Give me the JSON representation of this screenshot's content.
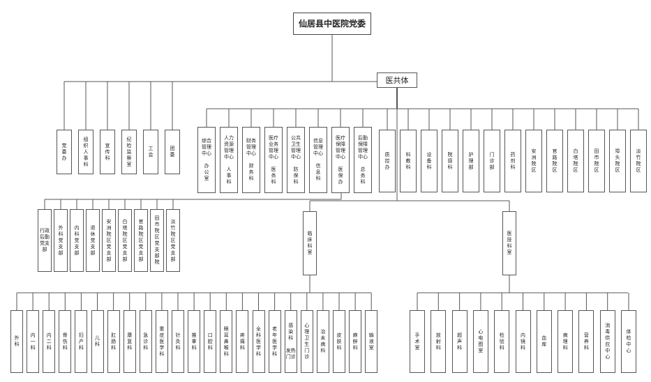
{
  "root": {
    "label": "仙居县中医院党委"
  },
  "alliance": {
    "label": "医共体"
  },
  "left_group": [
    {
      "id": "dangweiban",
      "label": "党\n委\n办"
    },
    {
      "id": "zuzhi",
      "label": "组\n织\n人\n事\n科"
    },
    {
      "id": "xuanchuan",
      "label": "宣\n传\n科"
    },
    {
      "id": "jijian",
      "label": "纪\n检\n监\n察\n室"
    },
    {
      "id": "gonghui",
      "label": "工\n会"
    },
    {
      "id": "tuanwei",
      "label": "团\n委"
    }
  ],
  "mgmt_centers": [
    {
      "id": "zonghe",
      "label": "综合\n管理\n中心\n\n办\n公\n室"
    },
    {
      "id": "renli",
      "label": "人力\n资源\n管理\n中心\n\n人\n事\n科"
    },
    {
      "id": "caiwu",
      "label": "财务\n管理\n中心\n\n财\n务\n科"
    },
    {
      "id": "yiliao",
      "label": "医疗\n业务\n管理\n中心\n\n医\n务\n科"
    },
    {
      "id": "gonggong",
      "label": "公共\n卫生\n管理\n中心\n\n防\n保\n科"
    },
    {
      "id": "xinxi",
      "label": "信息\n管理\n中心\n\n信\n息\n科"
    },
    {
      "id": "yiliaobz",
      "label": "医疗\n保障\n管理\n中心\n\n医\n保\n办"
    },
    {
      "id": "houqin",
      "label": "后勤\n保障\n管理\n中心\n\n总\n务\n科"
    }
  ],
  "depts": [
    {
      "id": "zhikong",
      "label": "质\n控\n办"
    },
    {
      "id": "kejiao",
      "label": "科\n教\n科"
    },
    {
      "id": "shebei",
      "label": "设\n备\n科"
    },
    {
      "id": "yuangan",
      "label": "院\n感\n科"
    },
    {
      "id": "huli",
      "label": "护\n理\n部"
    },
    {
      "id": "menzhen",
      "label": "门\n诊\n部"
    },
    {
      "id": "yaoji",
      "label": "药\n剂\n科"
    },
    {
      "id": "anzhou",
      "label": "安\n洲\n院\n区"
    },
    {
      "id": "guanlu",
      "label": "官\n路\n院\n区"
    },
    {
      "id": "baita",
      "label": "白\n塔\n院\n区"
    },
    {
      "id": "tianshi",
      "label": "田\n市\n院\n区"
    },
    {
      "id": "hutao",
      "label": "埠\n头\n院\n区"
    },
    {
      "id": "danzhu",
      "label": "淡\n竹\n院\n区"
    }
  ],
  "party_branches": [
    {
      "id": "xingzheng",
      "label": "行政\n后勤\n党支\n部"
    },
    {
      "id": "waike",
      "label": "外\n科\n党\n支\n部"
    },
    {
      "id": "neike",
      "label": "内\n科\n党\n支\n部"
    },
    {
      "id": "tuixiu",
      "label": "退\n休\n党\n支\n部"
    },
    {
      "id": "anzhou_b",
      "label": "安\n洲\n院\n区\n党\n支\n部"
    },
    {
      "id": "baita_b",
      "label": "白\n塔\n院\n区\n党\n支\n部"
    },
    {
      "id": "guanlu_b",
      "label": "官\n路\n院\n区\n党\n支\n部"
    },
    {
      "id": "tianshi_b",
      "label": "田\n市\n院\n区\n党\n支\n部\n院"
    },
    {
      "id": "danzhu_b",
      "label": "淡\n竹\n院\n区\n党\n支\n部"
    }
  ],
  "clinical": {
    "label": "临\n床\n科\n室"
  },
  "medtech": {
    "label": "医\n技\n科\n室"
  },
  "clinical_depts": [
    {
      "id": "wai",
      "label": "外\n科"
    },
    {
      "id": "nei1",
      "label": "内\n一\n科"
    },
    {
      "id": "nei2",
      "label": "内\n二\n科"
    },
    {
      "id": "gushang",
      "label": "骨\n伤\n科"
    },
    {
      "id": "fuchan",
      "label": "妇\n产\n科"
    },
    {
      "id": "erke",
      "label": "儿\n科"
    },
    {
      "id": "gangchang",
      "label": "肛\n肠\n科"
    },
    {
      "id": "kangfu",
      "label": "康\n复\n科"
    },
    {
      "id": "jizhen",
      "label": "急\n诊\n科"
    },
    {
      "id": "zhongzheng",
      "label": "重\n症\n医\n学\n科"
    },
    {
      "id": "zhenjiu",
      "label": "针\n灸\n科"
    },
    {
      "id": "tuina",
      "label": "推\n拿\n科"
    },
    {
      "id": "kouqiang",
      "label": "口\n腔\n科"
    },
    {
      "id": "yanerbi",
      "label": "眼\n耳\n鼻\n喉\n科"
    },
    {
      "id": "tengtong",
      "label": "疼\n痛\n科"
    },
    {
      "id": "quanke",
      "label": "全\n科\n医\n学\n科"
    },
    {
      "id": "laonian",
      "label": "老\n年\n医\n学\n科"
    },
    {
      "id": "ganran",
      "label": "感\n染\n科\n\n发热\n门诊"
    },
    {
      "id": "xinli",
      "label": "心\n理\n卫\n生\n门\n诊"
    },
    {
      "id": "zhiwei",
      "label": "治\n未\n病\n科"
    },
    {
      "id": "pifu",
      "label": "皮\n肤\n科"
    },
    {
      "id": "mazui",
      "label": "麻\n醉\n科"
    },
    {
      "id": "shuye",
      "label": "输\n液\n室"
    }
  ],
  "medtech_depts": [
    {
      "id": "shoushu",
      "label": "手\n术\n室"
    },
    {
      "id": "fangshe",
      "label": "放\n射\n科"
    },
    {
      "id": "chaosheng",
      "label": "超\n声\n科"
    },
    {
      "id": "xindian",
      "label": "心\n电\n图\n室"
    },
    {
      "id": "jianyan",
      "label": "检\n验\n科"
    },
    {
      "id": "neijing",
      "label": "内\n镜\n科"
    },
    {
      "id": "xueku",
      "label": "血\n库"
    },
    {
      "id": "bingli",
      "label": "病\n理\n科"
    },
    {
      "id": "yingyang",
      "label": "营\n养\n科"
    },
    {
      "id": "xiaodu",
      "label": "消\n毒\n供\n应\n中\n心"
    },
    {
      "id": "tijian",
      "label": "体\n检\n中\n心"
    }
  ]
}
